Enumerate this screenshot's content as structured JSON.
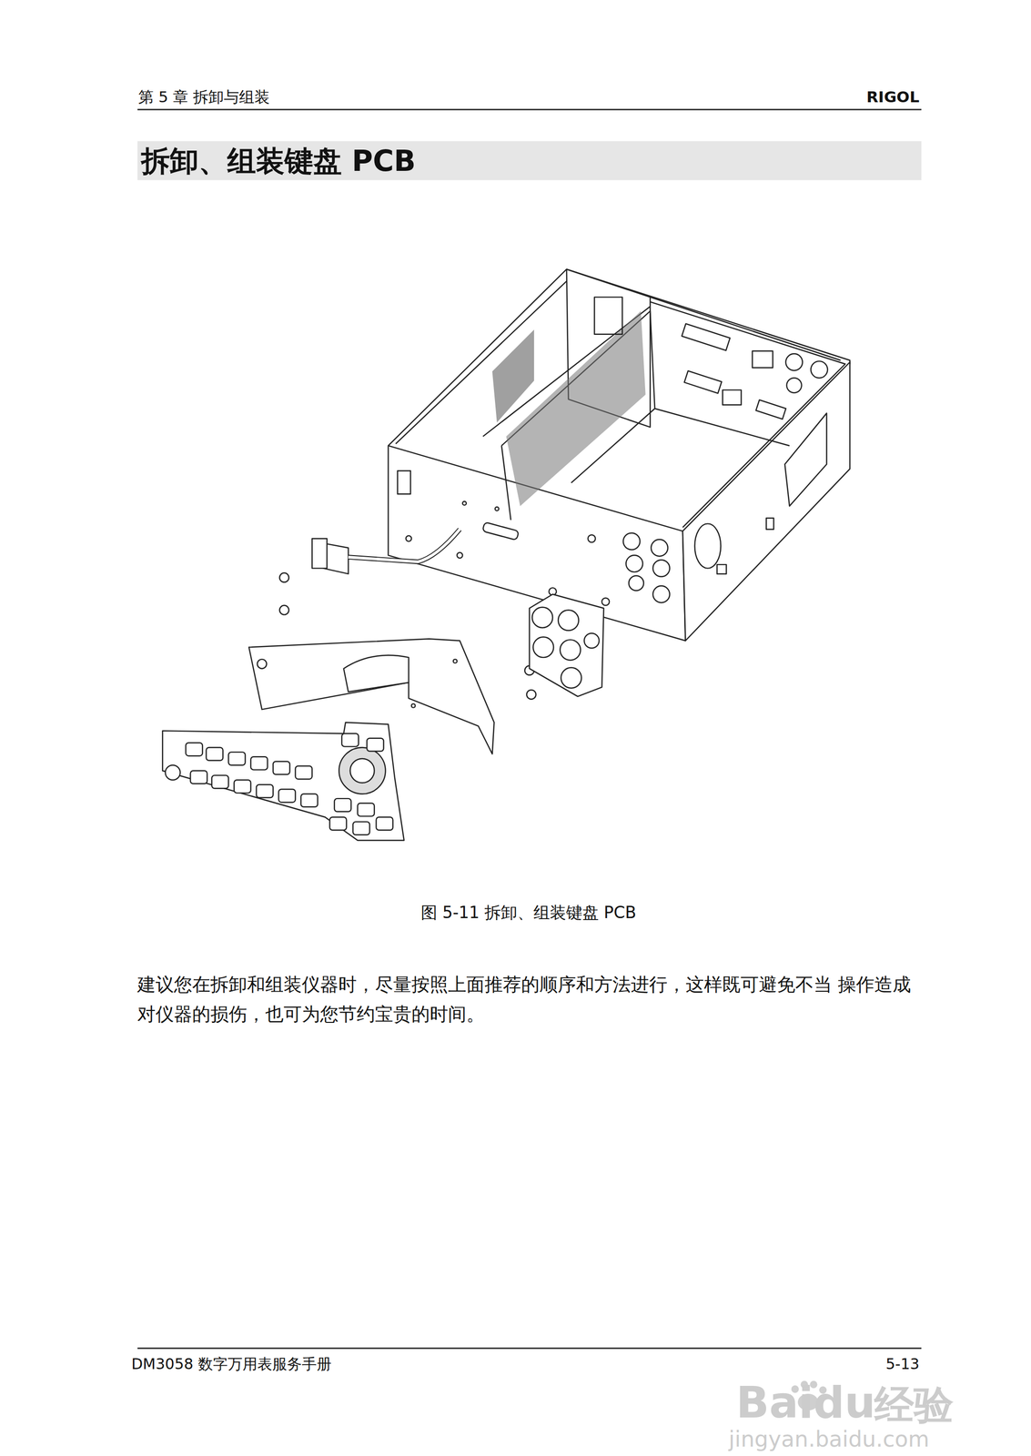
{
  "diagram": {
    "title": "拆卸、组装键盘 PCB",
    "caption": "图 5-11 拆卸、组装键盘 PCB",
    "labels": [
      "第 5 章 拆卸与组装",
      "RIGOL",
      "建议您在拆卸和组装仪器时，尽量按照上面推荐的顺序和方法进行，这样既可避免不当 操作造成对仪器的损伤，也可为您节约宝贵的时间。",
      "DM3058 数字万用表服务手册",
      "5-13",
      "Baidu",
      "经验",
      "jingyan.baidu.com"
    ]
  }
}
